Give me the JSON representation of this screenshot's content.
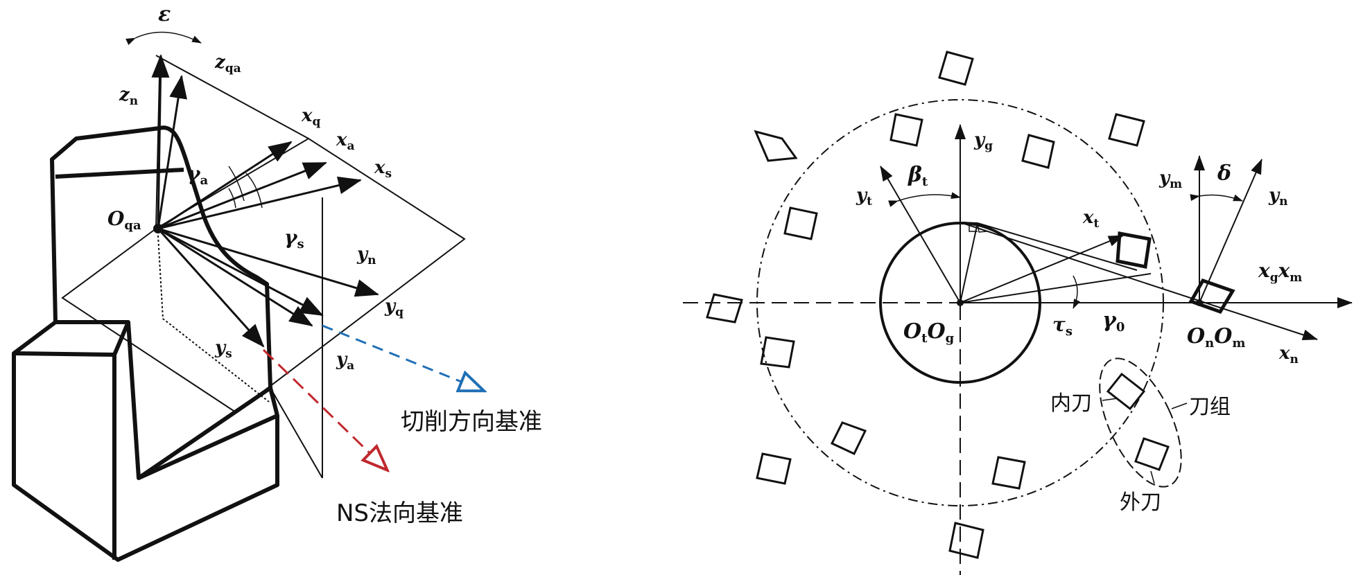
{
  "left_figure": {
    "labels": {
      "epsilon": "ε",
      "z_qa": "z",
      "z_qa_sub": "qa",
      "z_n": "z",
      "z_n_sub": "n",
      "O_qa": "O",
      "O_qa_sub": "qa",
      "gamma_a": "γ",
      "gamma_a_sub": "a",
      "gamma_s": "γ",
      "gamma_s_sub": "s",
      "x_q": "x",
      "x_q_sub": "q",
      "x_a": "x",
      "x_a_sub": "a",
      "x_s": "x",
      "x_s_sub": "s",
      "y_n": "y",
      "y_n_sub": "n",
      "y_q": "y",
      "y_q_sub": "q",
      "y_s": "y",
      "y_s_sub": "s",
      "y_a": "y",
      "y_a_sub": "a"
    },
    "cutting_ref": {
      "text": "切削方向基准",
      "color": "#1f6fb5"
    },
    "ns_ref": {
      "text": "NS法向基准",
      "color": "#c0282d"
    }
  },
  "right_figure": {
    "labels": {
      "y_g": "y",
      "y_g_sub": "g",
      "beta_t": "β",
      "beta_t_sub": "t",
      "y_t": "y",
      "y_t_sub": "t",
      "x_t": "x",
      "x_t_sub": "t",
      "O_t": "O",
      "O_t_sub": "t",
      "O_g": "O",
      "O_g_sub": "g",
      "tau_s": "τ",
      "tau_s_sub": "s",
      "gamma_0": "γ",
      "gamma_0_sub": "0",
      "y_m": "y",
      "y_m_sub": "m",
      "delta": "δ",
      "y_n": "y",
      "y_n_sub": "n",
      "x_g": "x",
      "x_g_sub": "g",
      "x_m": "x",
      "x_m_sub": "m",
      "O_n": "O",
      "O_n_sub": "n",
      "O_m": "O",
      "O_m_sub": "m",
      "x_n": "x",
      "x_n_sub": "n"
    },
    "inner_blade": "内刀",
    "blade_group": "刀组",
    "outer_blade": "外刀"
  }
}
